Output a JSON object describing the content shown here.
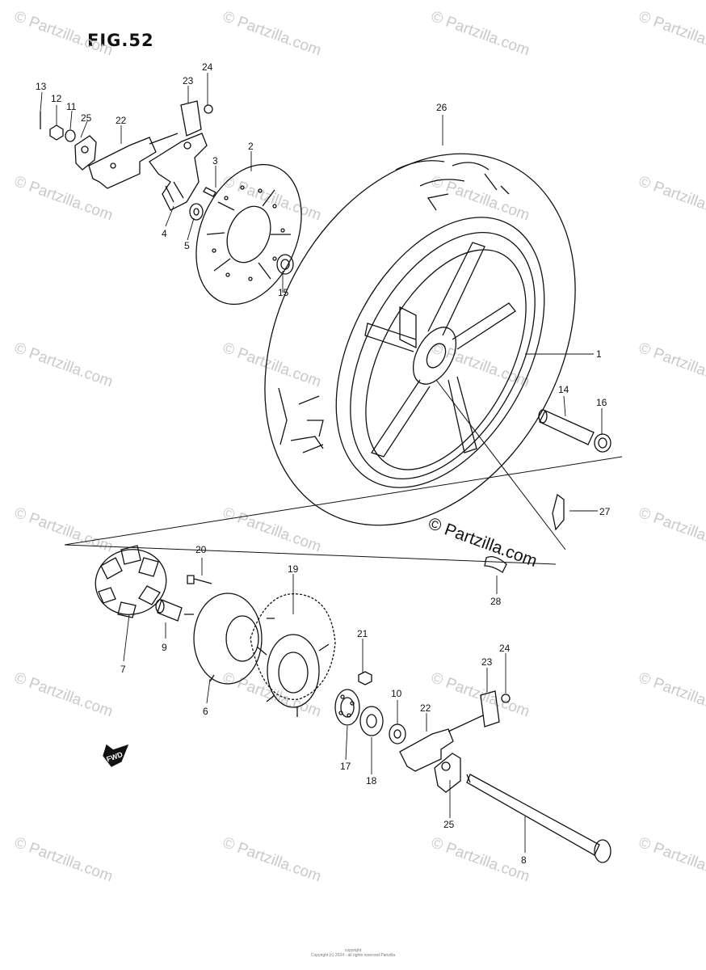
{
  "figure": {
    "title": "FIG.52"
  },
  "watermark": {
    "text": "© Partzilla.com"
  },
  "brand_mark": {
    "text": "© Partzilla.com"
  },
  "fwd_label": "FWD",
  "footer": {
    "line1": "copyright",
    "line2": "Copyright (c) 2024 - all rights reserved Partzilla"
  },
  "callouts": {
    "c1": "1",
    "c2": "2",
    "c3": "3",
    "c4": "4",
    "c5": "5",
    "c6": "6",
    "c7": "7",
    "c8": "8",
    "c9": "9",
    "c10": "10",
    "c11": "11",
    "c12": "12",
    "c13": "13",
    "c14": "14",
    "c15": "15",
    "c16": "16",
    "c17": "17",
    "c18": "18",
    "c19": "19",
    "c20": "20",
    "c21": "21",
    "c22a": "22",
    "c22b": "22",
    "c23a": "23",
    "c23b": "23",
    "c24a": "24",
    "c24b": "24",
    "c25a": "25",
    "c25b": "25",
    "c26": "26",
    "c27": "27",
    "c28": "28"
  }
}
